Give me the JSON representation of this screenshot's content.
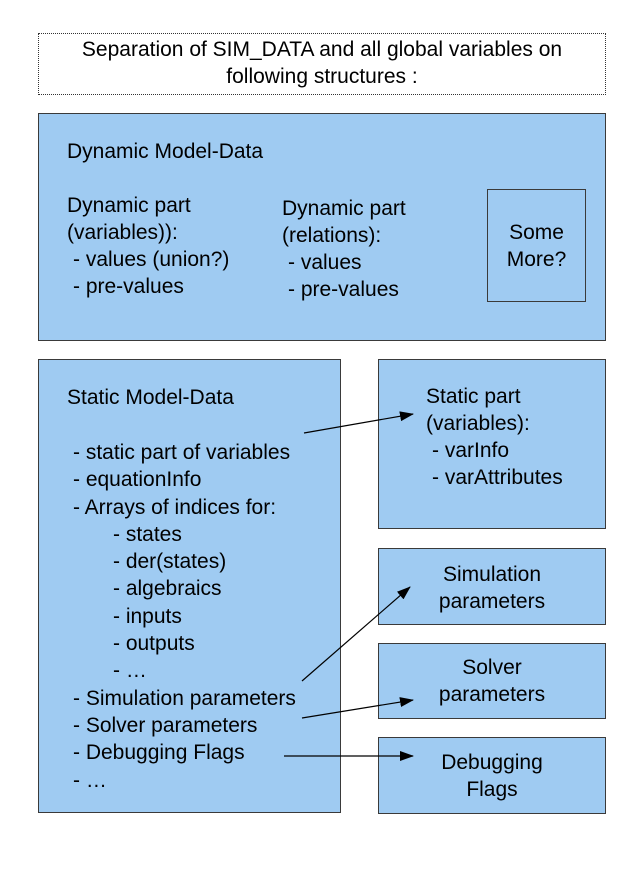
{
  "title": {
    "line1": "Separation of SIM_DATA and all global variables on",
    "line2": "following structures :"
  },
  "dynamic": {
    "heading": "Dynamic Model-Data",
    "vars": {
      "line1": "Dynamic part",
      "line2": "(variables)):",
      "items": [
        "- values (union?)",
        "- pre-values"
      ]
    },
    "rels": {
      "line1": "Dynamic part",
      "line2": "(relations):",
      "items": [
        "- values",
        "- pre-values"
      ]
    },
    "more": {
      "line1": "Some",
      "line2": "More?"
    }
  },
  "static": {
    "heading": "Static Model-Data",
    "items": [
      "- static part of variables",
      "- equationInfo",
      "- Arrays of indices for:",
      "- states",
      "- der(states)",
      "- algebraics",
      "- inputs",
      "- outputs",
      "- …",
      "- Simulation parameters",
      "- Solver parameters",
      "- Debugging Flags",
      "- …"
    ]
  },
  "static_part": {
    "line1": "Static part",
    "line2": "(variables):",
    "items": [
      "- varInfo",
      "- varAttributes"
    ]
  },
  "simulation_params": {
    "line1": "Simulation",
    "line2": "parameters"
  },
  "solver_params": {
    "line1": "Solver",
    "line2": "parameters"
  },
  "debugging_flags": {
    "line1": "Debugging",
    "line2": "Flags"
  },
  "colors": {
    "box_fill": "#9fcbf2",
    "border": "#3a3a3a"
  }
}
